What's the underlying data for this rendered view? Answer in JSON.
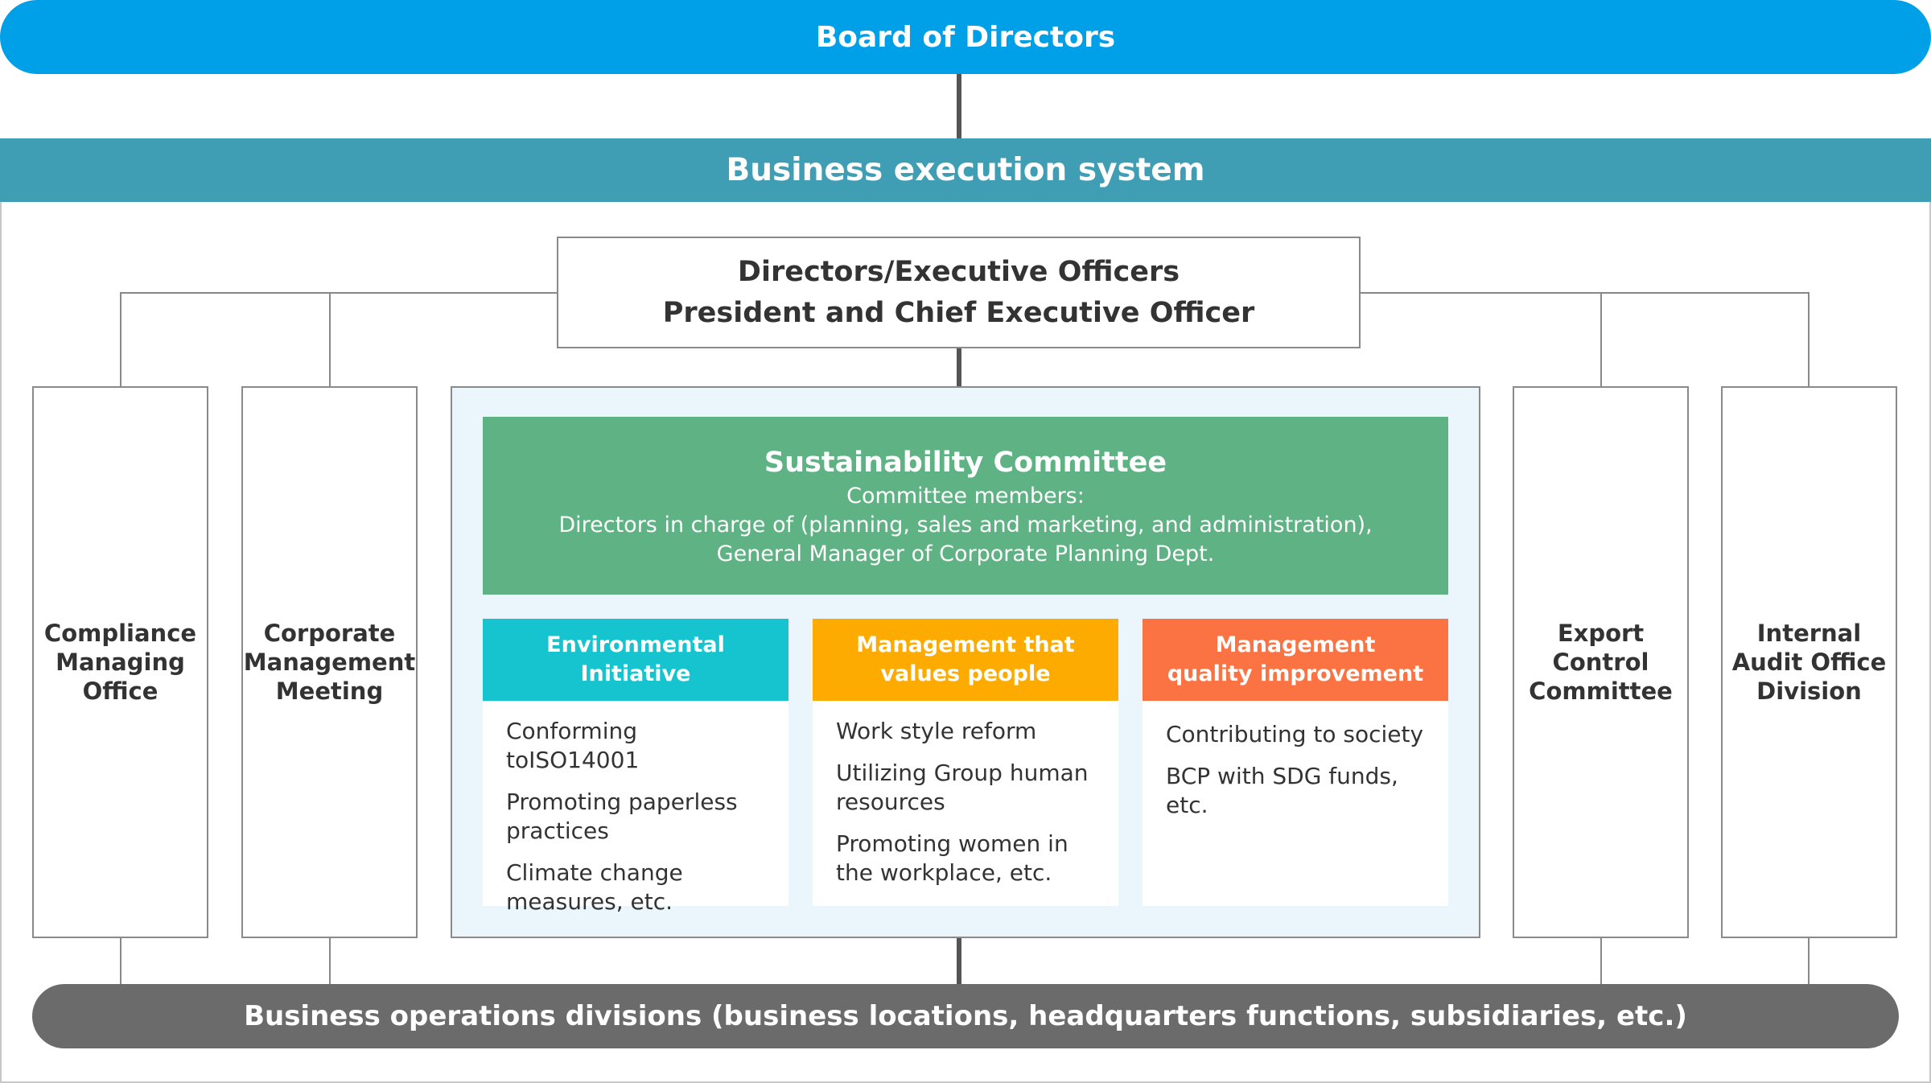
{
  "board": {
    "label": "Board of Directors"
  },
  "execution": {
    "label": "Business execution system"
  },
  "executives": {
    "line1": "Directors/Executive Officers",
    "line2": "President and Chief Executive Officer"
  },
  "left_units": [
    {
      "label": "Compliance\nManaging\nOffice"
    },
    {
      "label": "Corporate\nManagement\nMeeting"
    }
  ],
  "right_units": [
    {
      "label": "Export\nControl\nCommittee"
    },
    {
      "label": "Internal\nAudit Office\nDivision"
    }
  ],
  "sustainability": {
    "title": "Sustainability Committee",
    "members_label": "Committee members:",
    "members_line1": "Directors in charge of  (planning, sales and marketing, and administration),",
    "members_line2": "General Manager of Corporate Planning Dept."
  },
  "initiatives": [
    {
      "title": "Environmental\nInitiative",
      "color": "#16c4cf",
      "items": [
        "Conforming toISO14001",
        "Promoting paperless practices",
        "Climate change measures, etc."
      ]
    },
    {
      "title": "Management that\nvalues people",
      "color": "#fdab00",
      "items": [
        "Work style reform",
        "Utilizing Group human resources",
        "Promoting women in the workplace, etc."
      ]
    },
    {
      "title": "Management\nquality improvement",
      "color": "#fc7343",
      "items": [
        "Contributing to society",
        "BCP with SDG funds, etc."
      ]
    }
  ],
  "operations": {
    "label": "Business operations divisions (business locations, headquarters functions, subsidiaries, etc.)"
  }
}
